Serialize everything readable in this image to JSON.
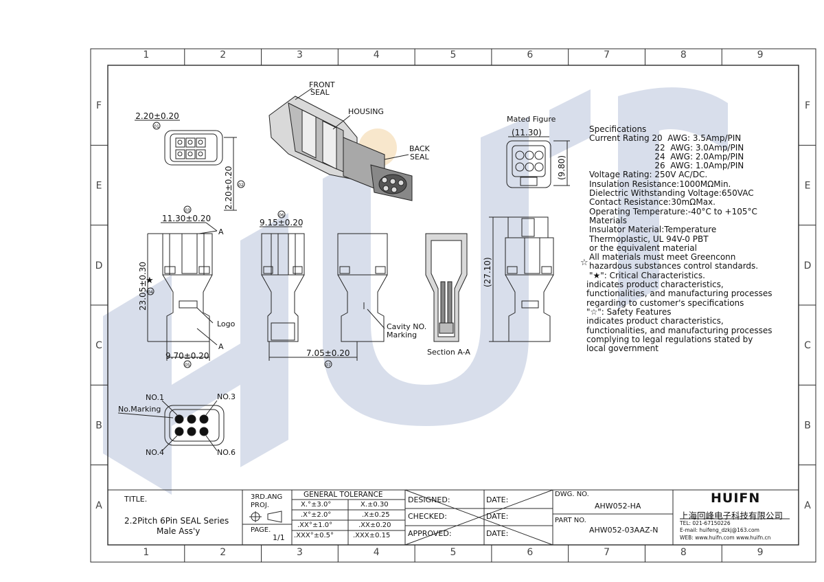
{
  "grid": {
    "columns": [
      "1",
      "2",
      "3",
      "4",
      "5",
      "6",
      "7",
      "8",
      "9"
    ],
    "rows": [
      "F",
      "E",
      "D",
      "C",
      "B",
      "A"
    ]
  },
  "colors": {
    "line": "#2a2a2a",
    "watermark": "#cfd6e6",
    "watermark_accent": "#f7d9a8"
  },
  "icons": {
    "critical": "star-filled",
    "safety": "star-outline",
    "datum": "circled-number"
  },
  "callouts": {
    "front_seal": [
      "FRONT",
      "SEAL"
    ],
    "housing": "HOUSING",
    "back_seal": [
      "BACK",
      "SEAL"
    ],
    "mated_figure": "Mated Figure",
    "logo": "Logo",
    "cavity": [
      "Cavity NO.",
      "Marking"
    ],
    "section": "Section A-A",
    "section_mark": "A",
    "no1": "NO.1",
    "no3": "NO.3",
    "no4": "NO.4",
    "no6": "NO.6",
    "no_marking": "No.Marking"
  },
  "dimensions": {
    "d01": {
      "value": "2.20±0.20",
      "ref": "01"
    },
    "d02": {
      "value": "2.20±0.20",
      "ref": "02"
    },
    "d03": {
      "value": "11.30±0.20",
      "ref": "03"
    },
    "d04": {
      "value": "23.05±0.30",
      "ref": "04"
    },
    "d05": {
      "value": "9.70±0.20",
      "ref": "05"
    },
    "d06": {
      "value": "9.15±0.20",
      "ref": "06"
    },
    "d07": {
      "value": "7.05±0.20",
      "ref": "07"
    },
    "mated_width": "(11.30)",
    "mated_height": "(9.80)",
    "overall_height": "(27.10)"
  },
  "specifications": [
    "Specifications",
    "Current Rating 20  AWG: 3.5Amp/PIN",
    "                         22  AWG: 3.0Amp/PIN",
    "                         24  AWG: 2.0Amp/PIN",
    "                         26  AWG: 1.0Amp/PIN",
    "Voltage Rating: 250V AC/DC.",
    "Insulation Resistance:1000MΩMin.",
    "Dielectric Withstanding Voltage:650VAC",
    "Contact Resistance:30mΩMax.",
    "Operating Temperature:-40°C to +105°C",
    "Materials",
    "Insulator Material:Temperature",
    "Thermoplastic, UL 94V-0 PBT",
    "or the equivalent material",
    "All materials must meet Greenconn",
    "hazardous substances control standards.",
    "\"★\": Critical Characteristics.",
    "indicates product characteristics,",
    "functionalities, and manufacturing processes",
    "regarding to customer's specifications",
    "\"☆\": Safety Features",
    "indicates product characteristics,",
    "functionalities, and manufacturing processes",
    "complying to legal regulations stated by",
    "local government"
  ],
  "title_block": {
    "title_label": "TITLE.",
    "title_line1": "2.2Pitch 6Pin SEAL Series",
    "title_line2": "Male Ass'y",
    "projection_line1": "3RD.ANG",
    "projection_line2": "PROJ.",
    "page_label": "PAGE.",
    "page_value": "1/1",
    "tolerance_title": "GENERAL TOLERANCE",
    "tolerances": [
      [
        "X.°±3.0°",
        "X.±0.30"
      ],
      [
        ".X°±2.0°",
        ".X±0.25"
      ],
      [
        ".XX°±1.0°",
        ".XX±0.20"
      ],
      [
        ".XXX°±0.5°",
        ".XXX±0.15"
      ]
    ],
    "designed": "DESIGNED:",
    "checked": "CHECKED:",
    "approved": "APPROVED:",
    "date": "DATE:",
    "dwg_no_label": "DWG. NO.",
    "dwg_no": "AHW052-HA",
    "part_no_label": "PART NO.",
    "part_no": "AHW052-03AAZ-N",
    "company_logo": "HUIFN",
    "company_name": "上海回峰电子科技有限公司",
    "tel": "TEL: 021-67150226",
    "email": "E-mail: huifeng_dzkj@163.com",
    "web": "WEB: www.huifn.com   www.huifn.cn"
  }
}
